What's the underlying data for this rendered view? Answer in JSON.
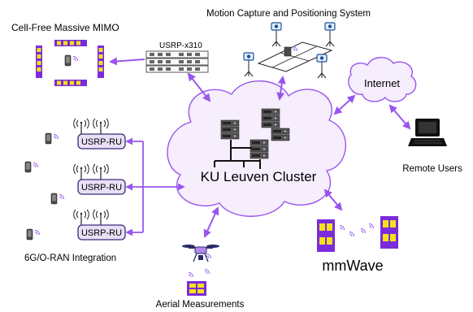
{
  "labels": {
    "cell_free": "Cell-Free Massive MIMO",
    "usrp_x310": "USRP-x310",
    "motion_capture": "Motion Capture and Positioning System",
    "internet": "Internet",
    "remote_users": "Remote Users",
    "cluster": "KU Leuven Cluster",
    "usrp_ru": [
      "USRP-RU",
      "USRP-RU",
      "USRP-RU"
    ],
    "oran": "6G/O-RAN Integration",
    "aerial": "Aerial Measurements",
    "mmwave": "mmWave"
  },
  "colors": {
    "accent": "#9955ee",
    "cloud_fill": "#f6eefc",
    "panel_yellow": "#f3e11a",
    "panel_purple": "#7a2bdc",
    "ru_fill": "#e9e0f7",
    "ru_stroke": "#3a2a7a"
  }
}
